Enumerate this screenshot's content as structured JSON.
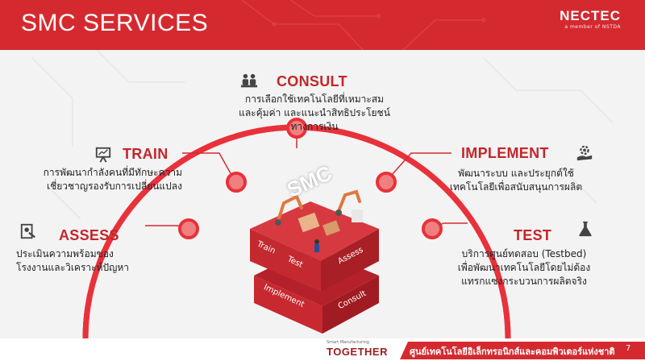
{
  "header": {
    "title": "SMC SERVICES",
    "logo_main": "NECTEC",
    "logo_sub": "a member of NSTDA"
  },
  "services": {
    "consult": {
      "title": "CONSULT",
      "lines": [
        "การเลือกใช้เทคโนโลยีที่เหมาะสม",
        "และคุ้มค่า และแนะนำสิทธิประโยชน์",
        "ทางการเงิน"
      ],
      "icon": "meeting-icon"
    },
    "train": {
      "title": "TRAIN",
      "lines": [
        "การพัฒนากำลังคนที่มีทักษะความ",
        "เชี่ยวชาญรองรับการเปลี่ยนแปลง"
      ],
      "icon": "presentation-icon"
    },
    "implement": {
      "title": "IMPLEMENT",
      "lines": [
        "พัฒนาระบบ และประยุกต์ใช้",
        "เทคโนโลยีเพื่อสนับสนุนการผลิต"
      ],
      "icon": "hand-gear-icon"
    },
    "assess": {
      "title": "ASSESS",
      "lines": [
        "ประเมินความพร้อมของ",
        "โรงงานและวิเคราะห์ปัญหา"
      ],
      "icon": "assessment-icon"
    },
    "test": {
      "title": "TEST",
      "lines": [
        "บริการศูนย์ทดสอบ (Testbed)",
        "เพื่อพัฒนาเทคโนโลยีโดยไม่ต้อง",
        "แทรกแซงกระบวนการผลิตจริง"
      ],
      "icon": "flask-icon"
    }
  },
  "cube": {
    "center_label": "SMC",
    "top_faces": [
      "Train",
      "Test",
      "Assess"
    ],
    "bottom_faces": [
      "Implement",
      "Consult"
    ]
  },
  "footer": {
    "together": "TOGETHER",
    "together_sub": "Smart Manufacturing",
    "org_name": "ศูนย์เทคโนโลยีอิเล็กทรอนิกส์และคอมพิวเตอร์แห่งชาติ",
    "page_number": "7"
  },
  "colors": {
    "brand_red": "#d42a2f",
    "heading_red": "#c2262b",
    "arc_red": "#e8313a",
    "node_fill": "#f08080"
  }
}
